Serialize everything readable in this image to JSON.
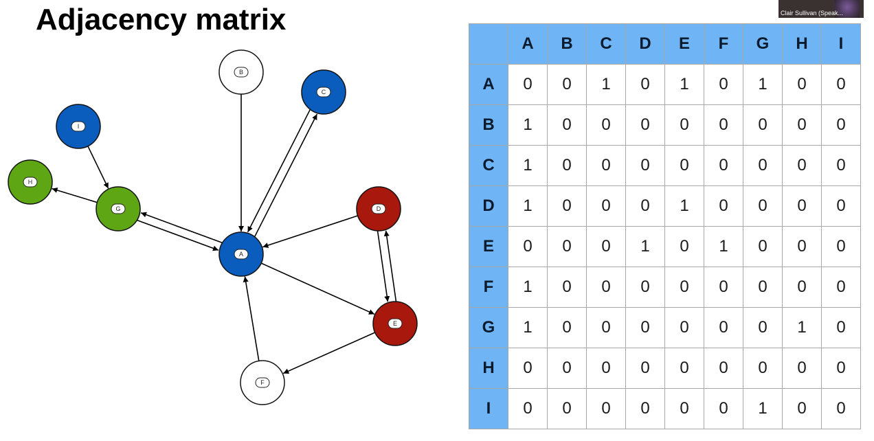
{
  "title": "Adjacency matrix",
  "video_tile": {
    "name": "Clair Sullivan (Speak..."
  },
  "colors": {
    "blue": "#0a5cbd",
    "green": "#5fa615",
    "red": "#a8180d",
    "white": "#ffffff",
    "header_bg": "#6fb5f5"
  },
  "graph": {
    "nodes": [
      {
        "id": "A",
        "label": "A",
        "color": "blue"
      },
      {
        "id": "B",
        "label": "B",
        "color": "white"
      },
      {
        "id": "C",
        "label": "C",
        "color": "blue"
      },
      {
        "id": "D",
        "label": "D",
        "color": "red"
      },
      {
        "id": "E",
        "label": "E",
        "color": "red"
      },
      {
        "id": "F",
        "label": "F",
        "color": "white"
      },
      {
        "id": "G",
        "label": "G",
        "color": "green"
      },
      {
        "id": "H",
        "label": "H",
        "color": "green"
      },
      {
        "id": "I",
        "label": "I",
        "color": "blue"
      }
    ],
    "edges": [
      [
        "A",
        "C"
      ],
      [
        "A",
        "E"
      ],
      [
        "A",
        "G"
      ],
      [
        "B",
        "A"
      ],
      [
        "C",
        "A"
      ],
      [
        "D",
        "A"
      ],
      [
        "D",
        "E"
      ],
      [
        "E",
        "D"
      ],
      [
        "E",
        "F"
      ],
      [
        "F",
        "A"
      ],
      [
        "G",
        "A"
      ],
      [
        "G",
        "H"
      ],
      [
        "I",
        "G"
      ]
    ]
  },
  "matrix": {
    "columns": [
      "A",
      "B",
      "C",
      "D",
      "E",
      "F",
      "G",
      "H",
      "I"
    ],
    "rows": [
      {
        "label": "A",
        "values": [
          "0",
          "0",
          "1",
          "0",
          "1",
          "0",
          "1",
          "0",
          "0"
        ]
      },
      {
        "label": "B",
        "values": [
          "1",
          "0",
          "0",
          "0",
          "0",
          "0",
          "0",
          "0",
          "0"
        ]
      },
      {
        "label": "C",
        "values": [
          "1",
          "0",
          "0",
          "0",
          "0",
          "0",
          "0",
          "0",
          "0"
        ]
      },
      {
        "label": "D",
        "values": [
          "1",
          "0",
          "0",
          "0",
          "1",
          "0",
          "0",
          "0",
          "0"
        ]
      },
      {
        "label": "E",
        "values": [
          "0",
          "0",
          "0",
          "1",
          "0",
          "1",
          "0",
          "0",
          "0"
        ]
      },
      {
        "label": "F",
        "values": [
          "1",
          "0",
          "0",
          "0",
          "0",
          "0",
          "0",
          "0",
          "0"
        ]
      },
      {
        "label": "G",
        "values": [
          "1",
          "0",
          "0",
          "0",
          "0",
          "0",
          "0",
          "1",
          "0"
        ]
      },
      {
        "label": "H",
        "values": [
          "0",
          "0",
          "0",
          "0",
          "0",
          "0",
          "0",
          "0",
          "0"
        ]
      },
      {
        "label": "I",
        "values": [
          "0",
          "0",
          "0",
          "0",
          "0",
          "0",
          "1",
          "0",
          "0"
        ]
      }
    ]
  }
}
